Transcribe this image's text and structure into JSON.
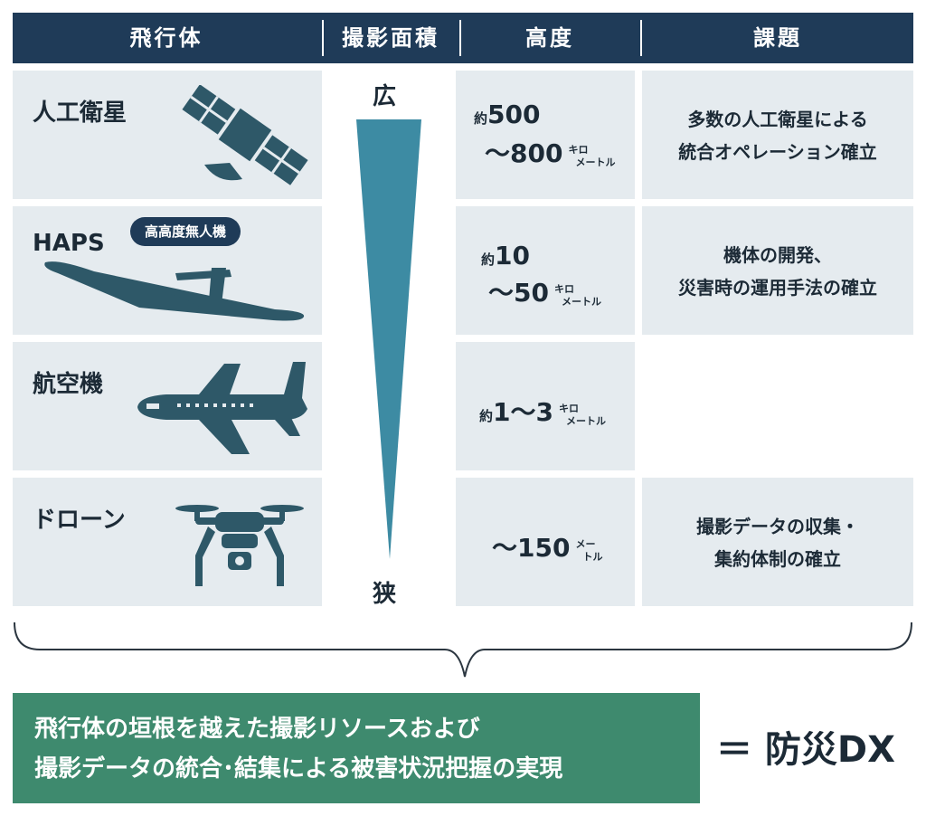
{
  "headers": {
    "vehicle": "飛行体",
    "area": "撮影面積",
    "altitude": "高度",
    "task": "課題"
  },
  "range": {
    "wide": "広",
    "narrow": "狭"
  },
  "rows": [
    {
      "name": "人工衛星",
      "icon": "satellite-icon",
      "altitude": {
        "prefix": "約",
        "line1_value": "500",
        "line2": "～800",
        "unit_top": "キロ",
        "unit_bottom": "メートル"
      },
      "task": [
        "多数の人工衛星による",
        "統合オペレーション確立"
      ]
    },
    {
      "name": "HAPS",
      "badge": "高高度無人機",
      "icon": "haps-aircraft-icon",
      "altitude": {
        "prefix": "約",
        "line1_value": "10",
        "line2": "～50",
        "unit_top": "キロ",
        "unit_bottom": "メートル"
      },
      "task": [
        "機体の開発、",
        "災害時の運用手法の確立"
      ]
    },
    {
      "name": "航空機",
      "icon": "airplane-icon",
      "altitude": {
        "prefix": "約",
        "value": "1～3",
        "unit_top": "キロ",
        "unit_bottom": "メートル"
      },
      "task": []
    },
    {
      "name": "ドローン",
      "icon": "drone-icon",
      "altitude": {
        "value": "～150",
        "unit_top": "メー",
        "unit_bottom": "トル"
      },
      "task": [
        "撮影データの収集・",
        "集約体制の確立"
      ]
    }
  ],
  "footer": {
    "line1": "飛行体の垣根を越えた撮影リソースおよび",
    "line2": "撮影データの統合･結集による被害状況把握の実現",
    "result": "＝ 防災DX"
  },
  "colors": {
    "header_bg": "#1f3b58",
    "cell_bg": "#e5ebef",
    "icon": "#2e5868",
    "wedge": "#3d8ba3",
    "footer_bg": "#3e8a6e"
  }
}
